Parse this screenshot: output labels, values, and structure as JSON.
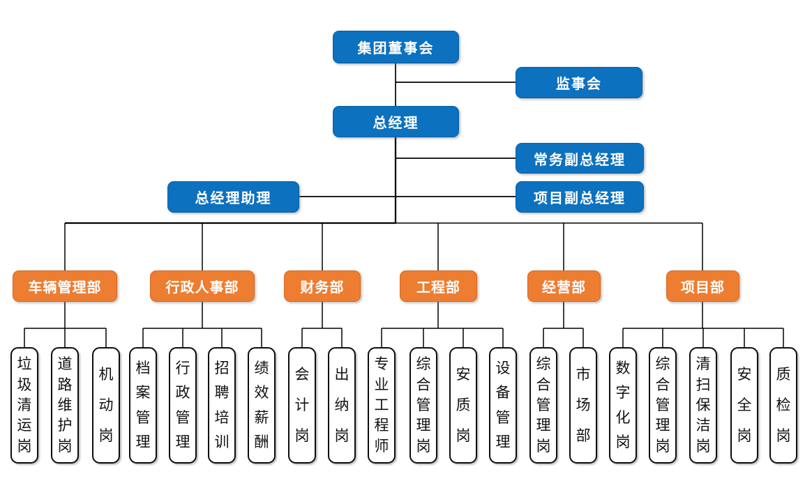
{
  "nodes": {
    "board": "集团董事会",
    "supervisory": "监事会",
    "gm": "总经理",
    "exec_deputy_gm": "常务副总经理",
    "gm_assistant": "总经理助理",
    "project_deputy_gm": "项目副总经理"
  },
  "departments": [
    {
      "label": "车辆管理部",
      "children": [
        "垃圾清运岗",
        "道路维护岗",
        "机动岗"
      ]
    },
    {
      "label": "行政人事部",
      "children": [
        "档案管理",
        "行政管理",
        "招聘培训",
        "绩效薪酬"
      ]
    },
    {
      "label": "财务部",
      "children": [
        "会计岗",
        "出纳岗"
      ]
    },
    {
      "label": "工程部",
      "children": [
        "专业工程师",
        "综合管理岗",
        "安质岗",
        "设备管理"
      ]
    },
    {
      "label": "经营部",
      "children": [
        "综合管理岗",
        "市场部"
      ]
    },
    {
      "label": "项目部",
      "children": [
        "数字化岗",
        "综合管理岗",
        "清扫保洁岗",
        "安全岗",
        "质检岗"
      ]
    }
  ],
  "colors": {
    "executive_box": "#0C71BE",
    "department_box": "#ED7D31",
    "position_box_border": "#0d0d0d",
    "connector": "#000000",
    "background": "#ffffff"
  }
}
